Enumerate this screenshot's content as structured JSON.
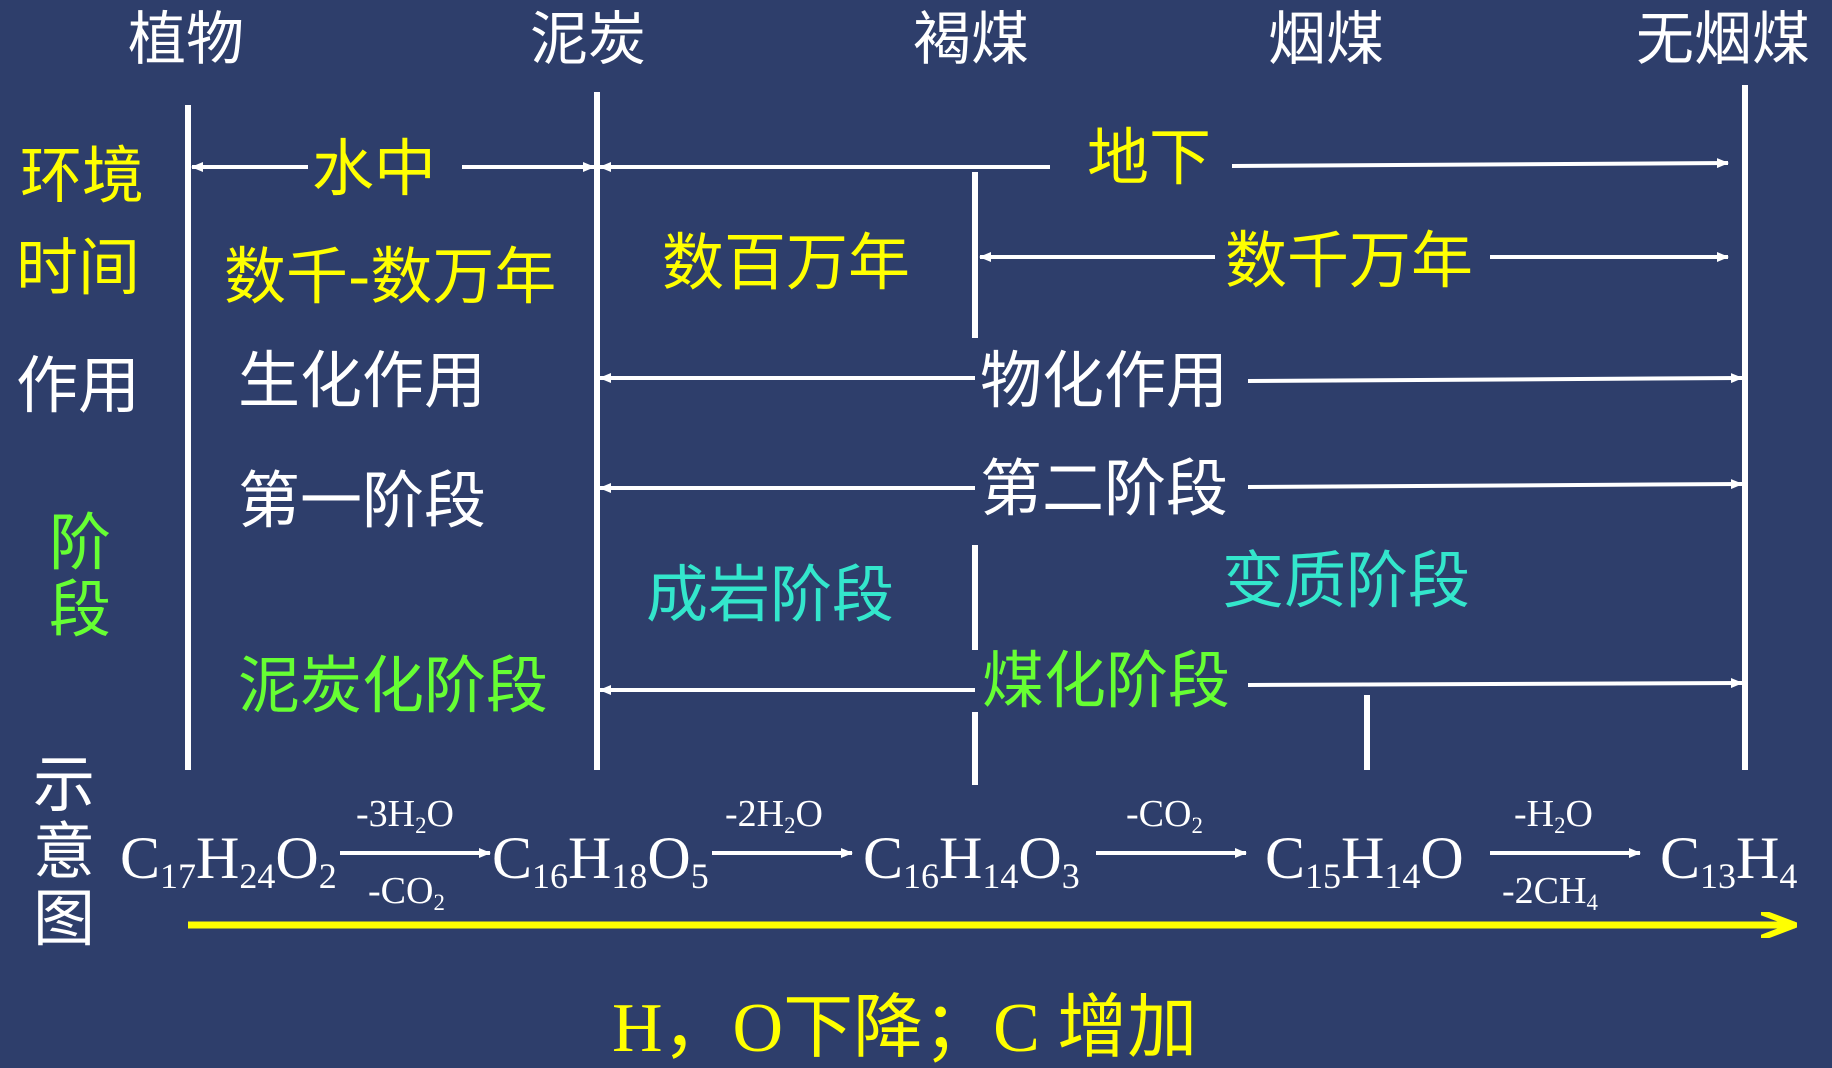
{
  "stages": [
    "植物",
    "泥炭",
    "褐煤",
    "烟煤",
    "无烟煤"
  ],
  "row_labels": {
    "environment": "环境",
    "time": "时间",
    "action": "作用",
    "phase": "阶段",
    "diagram": "示意图"
  },
  "environment": {
    "water": "水中",
    "underground": "地下"
  },
  "time": {
    "peat": "数千-数万年",
    "lignite": "数百万年",
    "coal": "数千万年"
  },
  "action": {
    "bio": "生化作用",
    "physchem": "物化作用"
  },
  "phase": {
    "first": "第一阶段",
    "second": "第二阶段",
    "diagenesis": "成岩阶段",
    "metamorphism": "变质阶段",
    "peatification": "泥炭化阶段",
    "coalification": "煤化阶段"
  },
  "reactions": [
    {
      "top": "-3H2O",
      "bottom": "-CO2"
    },
    {
      "top": "-2H2O",
      "bottom": ""
    },
    {
      "top": "-CO2",
      "bottom": ""
    },
    {
      "top": "-H2O",
      "bottom": "-2CH4"
    }
  ],
  "formulas": [
    "C17H24O2",
    "C16H18O5",
    "C16H14O3",
    "C15H14O",
    "C13H4"
  ],
  "footer": "H，O下降；C 增加",
  "colors": {
    "background": "#2e3e6b",
    "white": "#ffffff",
    "yellow": "#ffff00",
    "green": "#66ff33",
    "cyan": "#33e6cc"
  }
}
